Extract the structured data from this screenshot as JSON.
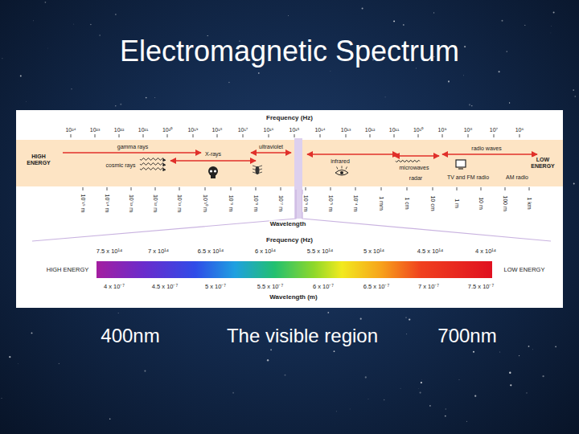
{
  "diagram": {
    "title": "Electromagnetic Spectrum",
    "labels": [
      "Frequency (Hz)",
      "10²⁴",
      "10²³",
      "10²²",
      "10²¹",
      "10²⁰",
      "10¹⁹",
      "10¹⁸",
      "10¹⁷",
      "10¹⁶",
      "10¹⁵",
      "10¹⁴",
      "10¹³",
      "10¹²",
      "10¹¹",
      "10¹⁰",
      "10⁹",
      "10⁸",
      "10⁷",
      "10⁶",
      "HIGH ENERGY",
      "gamma rays",
      "X-rays",
      "ultraviolet",
      "infrared",
      "radio waves",
      "cosmic rays",
      "microwaves",
      "radar",
      "TV and FM radio",
      "AM radio",
      "LOW ENERGY",
      "10⁻¹⁵ m",
      "10⁻¹⁴ m",
      "10⁻¹³ m",
      "10⁻¹² m",
      "10⁻¹¹ m",
      "10⁻¹⁰ m",
      "10⁻⁹ m",
      "10⁻⁸ m",
      "10⁻⁷ m",
      "10⁻⁶ m",
      "10⁻⁵ m",
      "10⁻⁴ m",
      "1 mm",
      "1 cm",
      "10 cm",
      "1 m",
      "10 m",
      "100 m",
      "1 km",
      "Wavelength",
      "Frequency (Hz)",
      "7.5 x 10¹⁴",
      "7 x 10¹⁴",
      "6.5 x 10¹⁴",
      "6 x 10¹⁴",
      "5.5 x 10¹⁴",
      "5 x 10¹⁴",
      "4.5 x 10¹⁴",
      "4 x 10¹⁴",
      "HIGH ENERGY",
      "LOW ENERGY",
      "4 x 10⁻⁷",
      "4.5 x 10⁻⁷",
      "5 x 10⁻⁷",
      "5.5 x 10⁻⁷",
      "6 x 10⁻⁷",
      "6.5 x 10⁻⁷",
      "7 x 10⁻⁷",
      "7.5 x 10⁻⁷",
      "Wavelength (m)",
      "400nm",
      "The visible region",
      "700nm"
    ]
  }
}
